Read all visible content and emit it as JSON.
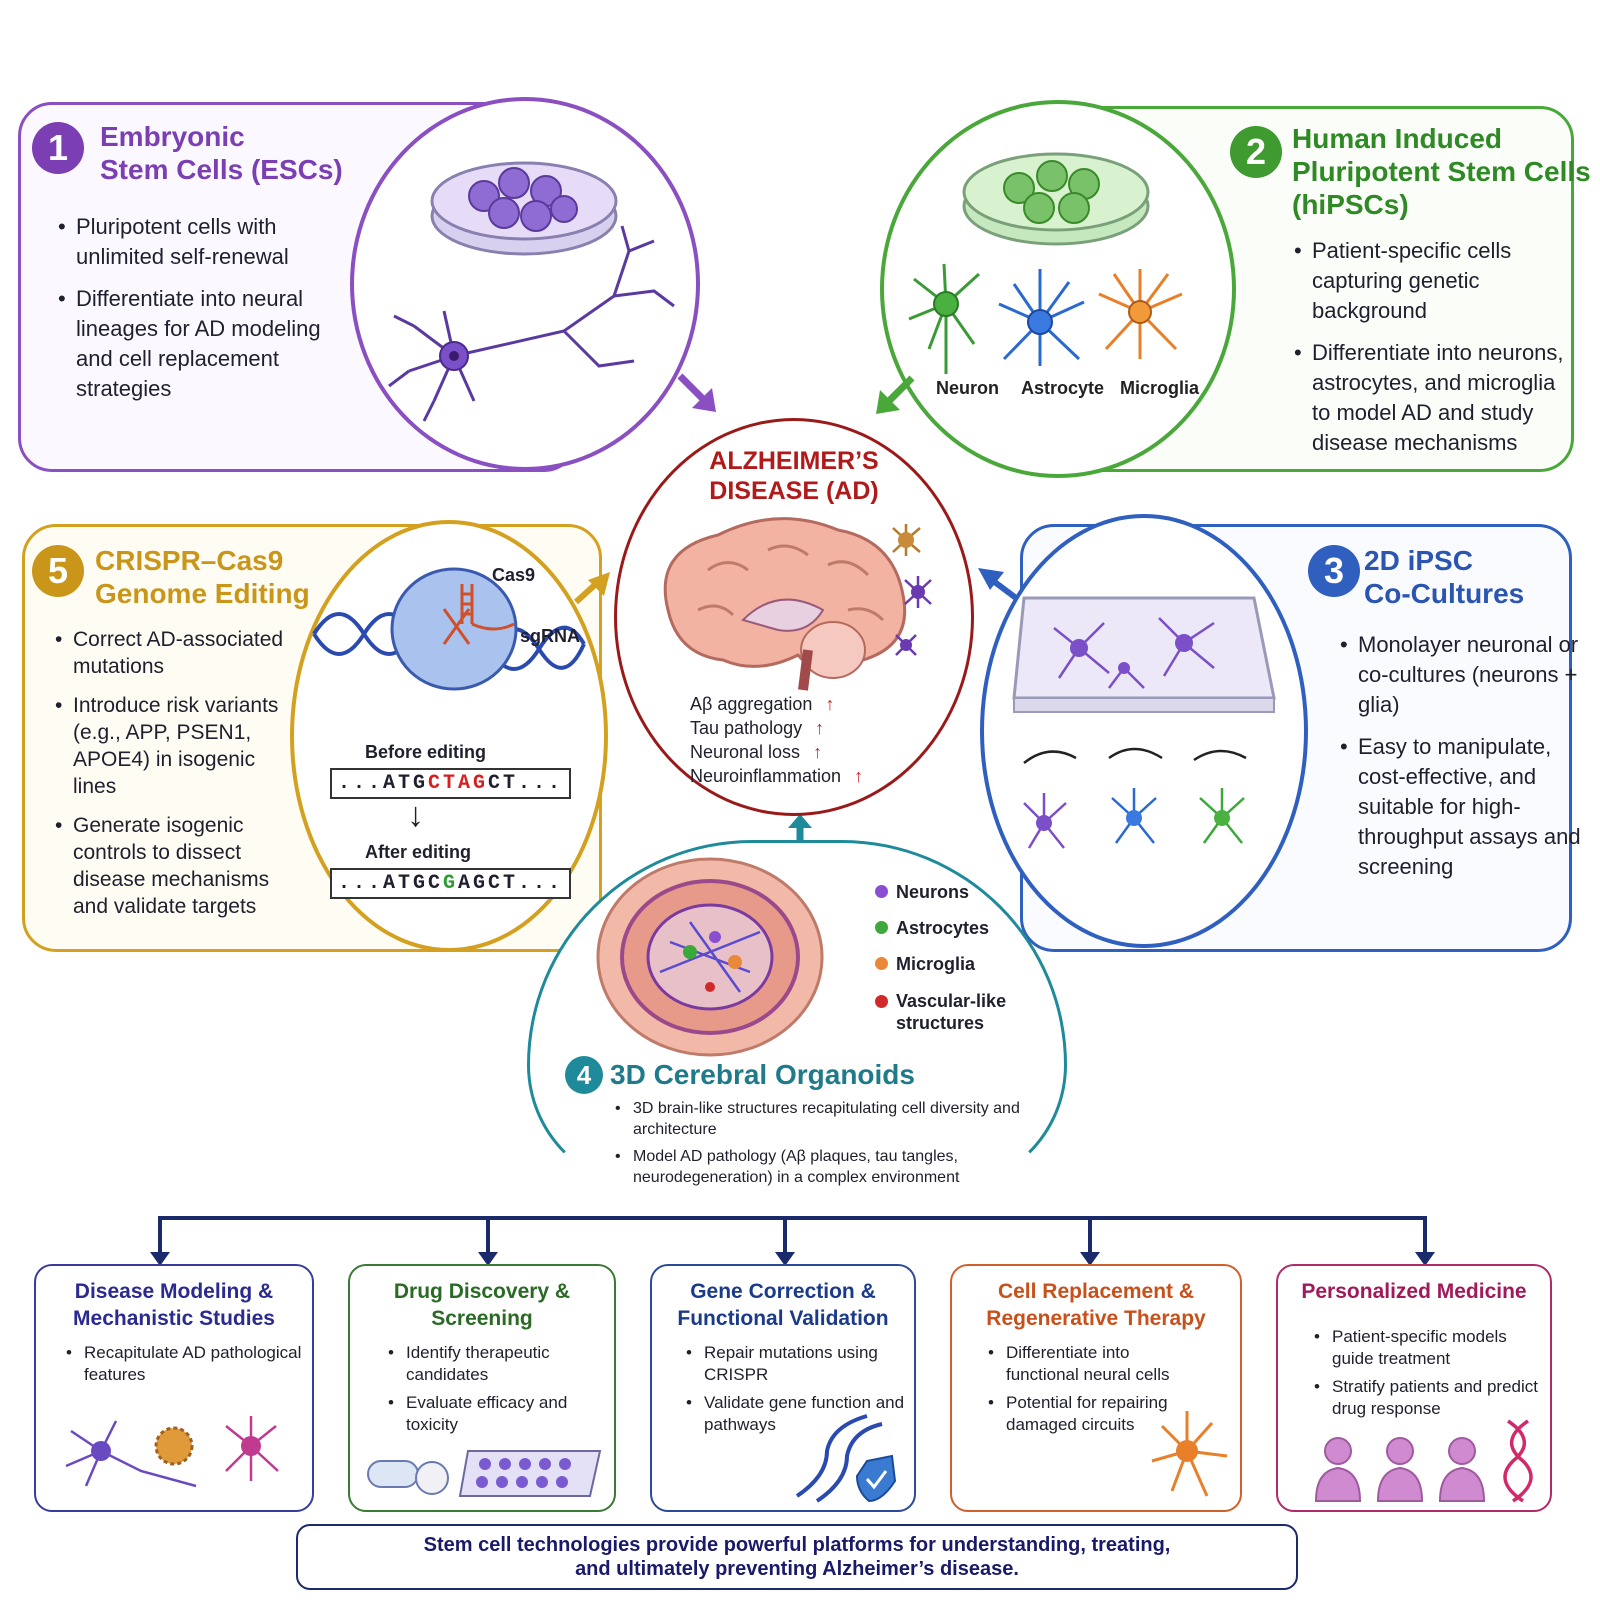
{
  "center": {
    "title_line1": "ALZHEIMER’S",
    "title_line2": "DISEASE (AD)",
    "features": [
      "Aβ aggregation",
      "Tau pathology",
      "Neuronal loss",
      "Neuroinflammation"
    ],
    "arrow": "↑"
  },
  "panel1": {
    "number": "1",
    "title_line1": "Embryonic",
    "title_line2": "Stem Cells (ESCs)",
    "bullets": [
      "Pluripotent cells with unlimited self-renewal",
      "Differentiate into neural lineages for AD modeling and cell replacement strategies"
    ],
    "color": "#7b3fb3"
  },
  "panel2": {
    "number": "2",
    "title_line1": "Human Induced",
    "title_line2": "Pluripotent Stem Cells",
    "title_line3": "(hiPSCs)",
    "bullets": [
      "Patient-specific cells capturing genetic background",
      "Differentiate into neurons, astrocytes, and microglia to model AD and study disease mechanisms"
    ],
    "cell_labels": [
      "Neuron",
      "Astrocyte",
      "Microglia"
    ],
    "color": "#3f9a2f"
  },
  "panel3": {
    "number": "3",
    "title_line1": "2D iPSC",
    "title_line2": "Co-Cultures",
    "bullets": [
      "Monolayer neuronal or co-cultures (neurons + glia)",
      "Easy to manipulate, cost-effective, and suitable for high-throughput assays and screening"
    ],
    "color": "#2f5fbf"
  },
  "panel4": {
    "number": "4",
    "title": "3D Cerebral Organoids",
    "bullets": [
      "3D brain-like structures recapitulating cell diversity and architecture",
      "Model AD pathology (Aβ plaques, tau tangles, neurodegeneration) in a complex environment"
    ],
    "legend": [
      "Neurons",
      "Astrocytes",
      "Microglia",
      "Vascular-like structures"
    ],
    "legend_colors": [
      "#8a4fd0",
      "#3fa83a",
      "#e8893a",
      "#d02a2a"
    ],
    "color": "#1f8a9a"
  },
  "panel5": {
    "number": "5",
    "title_line1": "CRISPR–Cas9",
    "title_line2": "Genome Editing",
    "bullets": [
      "Correct AD-associated mutations",
      "Introduce risk variants (e.g., APP, PSEN1, APOE4) in isogenic lines",
      "Generate isogenic controls to dissect disease mechanisms and validate targets"
    ],
    "cas9": "Cas9",
    "sgrna": "sgRNA",
    "before": "Before editing",
    "after": "After editing",
    "seq_before": {
      "prefix": "...ATG",
      "mid": "CTAG",
      "suffix": "CT..."
    },
    "seq_after": {
      "prefix": "...ATGC",
      "mid": "G",
      "suffix": "AGCT..."
    },
    "color": "#d4a020"
  },
  "applications": [
    {
      "title": "Disease Modeling & Mechanistic Studies",
      "bullets": [
        "Recapitulate AD pathological features"
      ],
      "color": "#3a3aa0"
    },
    {
      "title": "Drug Discovery & Screening",
      "bullets": [
        "Identify therapeutic candidates",
        "Evaluate efficacy and toxicity"
      ],
      "color": "#3a7a35"
    },
    {
      "title": "Gene Correction & Functional Validation",
      "bullets": [
        "Repair mutations using CRISPR",
        "Validate gene function and pathways"
      ],
      "color": "#2a4a9a"
    },
    {
      "title": "Cell Replacement & Regenerative Therapy",
      "bullets": [
        "Differentiate into functional neural cells",
        "Potential for repairing damaged circuits"
      ],
      "color": "#d0602a"
    },
    {
      "title": "Personalized Medicine",
      "bullets": [
        "Patient-specific models guide treatment",
        "Stratify patients and predict drug response"
      ],
      "color": "#b02a6a"
    }
  ],
  "footer": {
    "line1": "Stem cell technologies provide powerful platforms for understanding, treating,",
    "line2": "and ultimately preventing Alzheimer’s disease."
  }
}
